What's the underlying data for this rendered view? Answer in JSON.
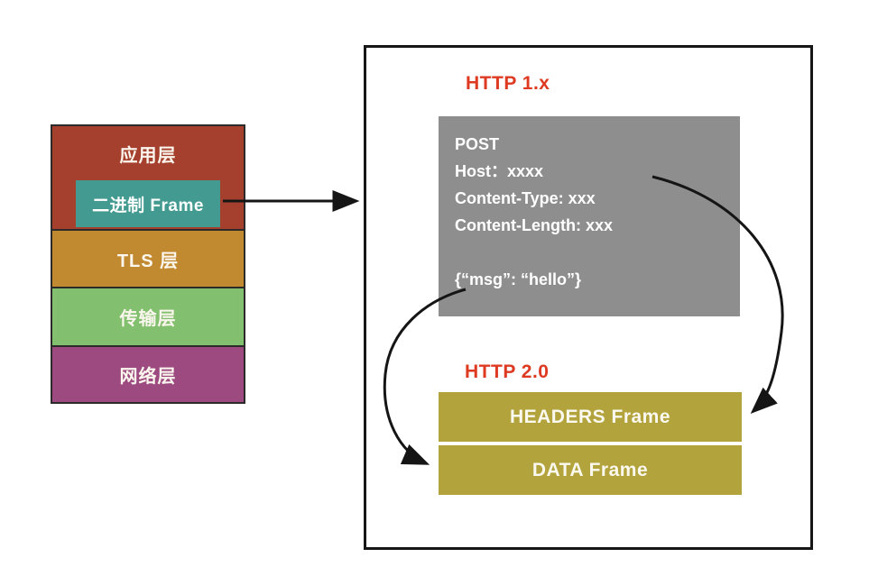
{
  "stack": {
    "layers": [
      {
        "label": "应用层",
        "color": "#a6402e"
      },
      {
        "label": "TLS 层",
        "color": "#c18a30"
      },
      {
        "label": "传输层",
        "color": "#82bf6e"
      },
      {
        "label": "网络层",
        "color": "#9d4a80"
      }
    ],
    "binary_frame": {
      "label": "二进制 Frame",
      "color": "#429a90"
    }
  },
  "http1": {
    "title": "HTTP 1.x",
    "title_color": "#de3a22",
    "request_box_color": "#8e8e8e",
    "request_lines": [
      "POST",
      "Host：xxxx",
      "Content-Type: xxx",
      "Content-Length: xxx"
    ],
    "body_line": "{“msg”: “hello”}"
  },
  "http2": {
    "title": "HTTP 2.0",
    "title_color": "#de3a22",
    "frame_color": "#b3a33c",
    "frames": [
      {
        "label": "HEADERS Frame"
      },
      {
        "label": "DATA Frame"
      }
    ]
  },
  "arrow_color": "#151515"
}
